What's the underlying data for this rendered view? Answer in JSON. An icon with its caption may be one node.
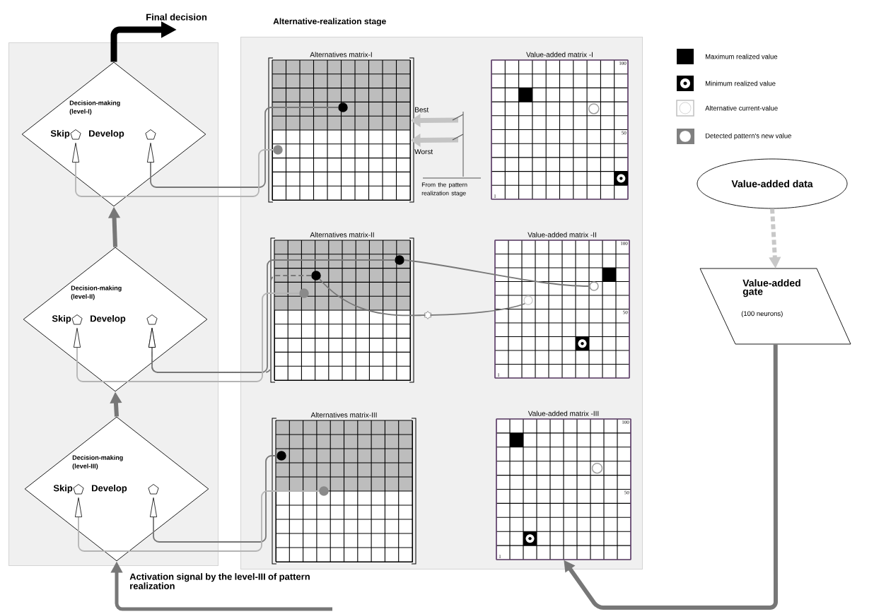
{
  "diagram": {
    "nodes": [
      {
        "text": [],
        "shape": "box"
      },
      {
        "text": [
          "Decision-making (level-I)",
          "Skip",
          "Develop"
        ],
        "in": 0
      },
      {
        "text": [
          "Decision-making (level-II)",
          "Skip",
          "Develop"
        ],
        "in": 0
      },
      {
        "text": [
          "Decision-making (level-III)",
          "Skip",
          "Develop"
        ],
        "in": 0
      },
      {
        "text": [
          "Alternative-realization stage"
        ]
      },
      {
        "text": [
          "Alternatives matrix-I"
        ],
        "in": 4
      },
      {
        "text": [],
        "shape": "circle",
        "in": 5
      },
      {
        "text": [],
        "shape": "circle",
        "in": 5
      },
      {
        "text": [
          "Value-added matrix -I",
          "100",
          "50",
          "1"
        ],
        "in": 4
      },
      {
        "text": [
          "Alternatives matrix-II"
        ],
        "in": 4
      },
      {
        "text": [],
        "shape": "circle",
        "in": 9
      },
      {
        "text": [],
        "shape": "circle",
        "in": 9
      },
      {
        "text": [],
        "shape": "circle",
        "in": 9
      },
      {
        "text": [
          "Value-added matrix -II",
          "100",
          "50",
          "1"
        ],
        "in": 4
      },
      {
        "text": [],
        "shape": "circle",
        "in": 13
      },
      {
        "text": [],
        "shape": "circle",
        "in": 13
      },
      {
        "text": [
          "Alternatives matrix-III"
        ],
        "in": 4
      },
      {
        "text": [],
        "shape": "circle",
        "in": 16
      },
      {
        "text": [],
        "shape": "circle",
        "in": 16
      },
      {
        "text": [
          "Value-added matrix -III",
          "100",
          "50",
          "1"
        ],
        "in": 4
      },
      {
        "text": [
          "Value-added data"
        ]
      },
      {
        "text": [
          "Value-added gate",
          "(100 neurons)"
        ]
      }
    ],
    "edges": [
      {
        "from": 1,
        "to": null,
        "arrow": "to",
        "label": "Final decision",
        "style": "thick",
        "color": "#000000"
      },
      {
        "from": 2,
        "to": 1,
        "arrow": "to",
        "style": "thick"
      },
      {
        "from": 3,
        "to": 2,
        "arrow": "to",
        "style": "thick"
      },
      {
        "from": null,
        "to": 3,
        "arrow": "to",
        "label": "Activation signal by the level-III of pattern realization",
        "style": "thick"
      },
      {
        "from": 6,
        "to": 1,
        "arrow": "to"
      },
      {
        "from": 7,
        "to": 1,
        "arrow": "to",
        "color": "#b4b4b4"
      },
      {
        "from": 10,
        "to": 2,
        "arrow": "to"
      },
      {
        "from": 11,
        "to": 2,
        "arrow": "to",
        "style": "dashed"
      },
      {
        "from": 12,
        "to": 2,
        "arrow": "to",
        "color": "#b4b4b4"
      },
      {
        "from": 17,
        "to": 3,
        "arrow": "to"
      },
      {
        "from": 18,
        "to": 3,
        "arrow": "to",
        "color": "#b4b4b4"
      },
      {
        "from": 10,
        "to": 14,
        "arrow": "none"
      },
      {
        "from": 11,
        "to": 15,
        "arrow": "none"
      },
      {
        "from": 20,
        "to": 21,
        "arrow": "to",
        "style": "dashed",
        "color": "#c8c8c8"
      },
      {
        "from": 21,
        "to": 19,
        "arrow": "to",
        "style": "thick"
      },
      {
        "from": null,
        "to": 5,
        "arrow": "to",
        "label": "Best",
        "style": "thick",
        "color": "#c4c4c4"
      },
      {
        "from": null,
        "to": 5,
        "arrow": "to",
        "label": "Worst",
        "style": "thick",
        "color": "#c4c4c4"
      }
    ],
    "labels": [
      "From the pattern realization stage"
    ],
    "legend": [
      {
        "text": "Maximum realized value",
        "color": "#000000"
      },
      {
        "text": "Minimum realized value"
      },
      {
        "text": "Alternative current-value"
      },
      {
        "text": "Detected pattern's new value"
      }
    ]
  }
}
